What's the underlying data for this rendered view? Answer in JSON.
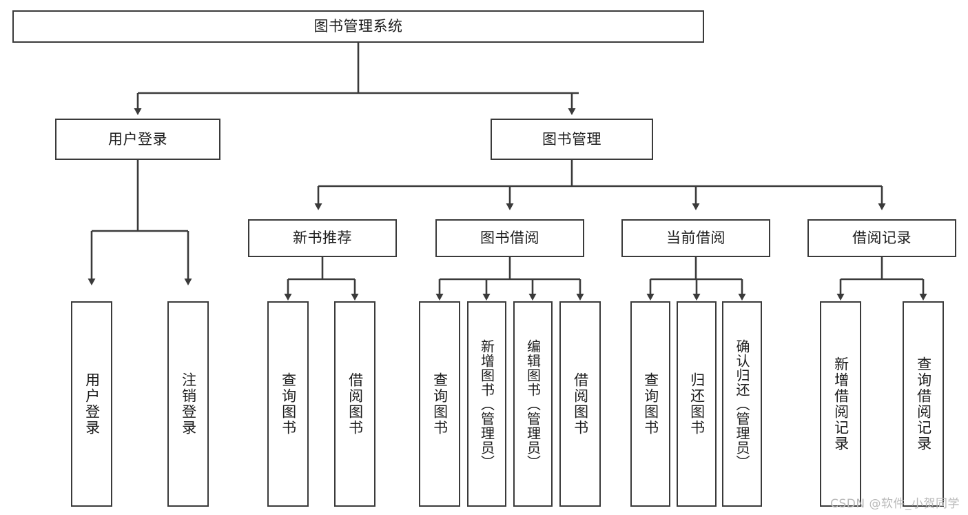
{
  "diagram": {
    "type": "tree",
    "title": "图书管理系统",
    "watermark": "CSDN @软件_小贺同学",
    "colors": {
      "background": "#ffffff",
      "box_border": "#3a3a3a",
      "line": "#3a3a3a",
      "text": "#1c1c1c",
      "watermark": "#b9b9b9"
    },
    "levels": {
      "root": {
        "label": "图书管理系统"
      },
      "level2": [
        {
          "id": "user-login",
          "label": "用户登录"
        },
        {
          "id": "book-management",
          "label": "图书管理"
        }
      ],
      "level3": [
        {
          "id": "new-book-recommend",
          "label": "新书推荐",
          "parent": "book-management"
        },
        {
          "id": "book-borrow",
          "label": "图书借阅",
          "parent": "book-management"
        },
        {
          "id": "current-borrow",
          "label": "当前借阅",
          "parent": "book-management"
        },
        {
          "id": "borrow-record",
          "label": "借阅记录",
          "parent": "book-management"
        }
      ],
      "leaves": [
        {
          "id": "leaf-user-login",
          "label": "用户登录",
          "parent": "user-login"
        },
        {
          "id": "leaf-logout-login",
          "label": "注销登录",
          "parent": "user-login"
        },
        {
          "id": "leaf-query-book-1",
          "label": "查询图书",
          "parent": "new-book-recommend"
        },
        {
          "id": "leaf-borrow-book-1",
          "label": "借阅图书",
          "parent": "new-book-recommend"
        },
        {
          "id": "leaf-query-book-2",
          "label": "查询图书",
          "parent": "book-borrow"
        },
        {
          "id": "leaf-add-book",
          "label": "新增图书（管理员）",
          "parent": "book-borrow"
        },
        {
          "id": "leaf-edit-book",
          "label": "编辑图书（管理员）",
          "parent": "book-borrow"
        },
        {
          "id": "leaf-borrow-book-2",
          "label": "借阅图书",
          "parent": "book-borrow"
        },
        {
          "id": "leaf-query-book-3",
          "label": "查询图书",
          "parent": "current-borrow"
        },
        {
          "id": "leaf-return-book",
          "label": "归还图书",
          "parent": "current-borrow"
        },
        {
          "id": "leaf-confirm-return",
          "label": "确认归还（管理员）",
          "parent": "current-borrow"
        },
        {
          "id": "leaf-add-record",
          "label": "新增借阅记录",
          "parent": "borrow-record"
        },
        {
          "id": "leaf-query-record",
          "label": "查询借阅记录",
          "parent": "borrow-record"
        }
      ]
    }
  }
}
